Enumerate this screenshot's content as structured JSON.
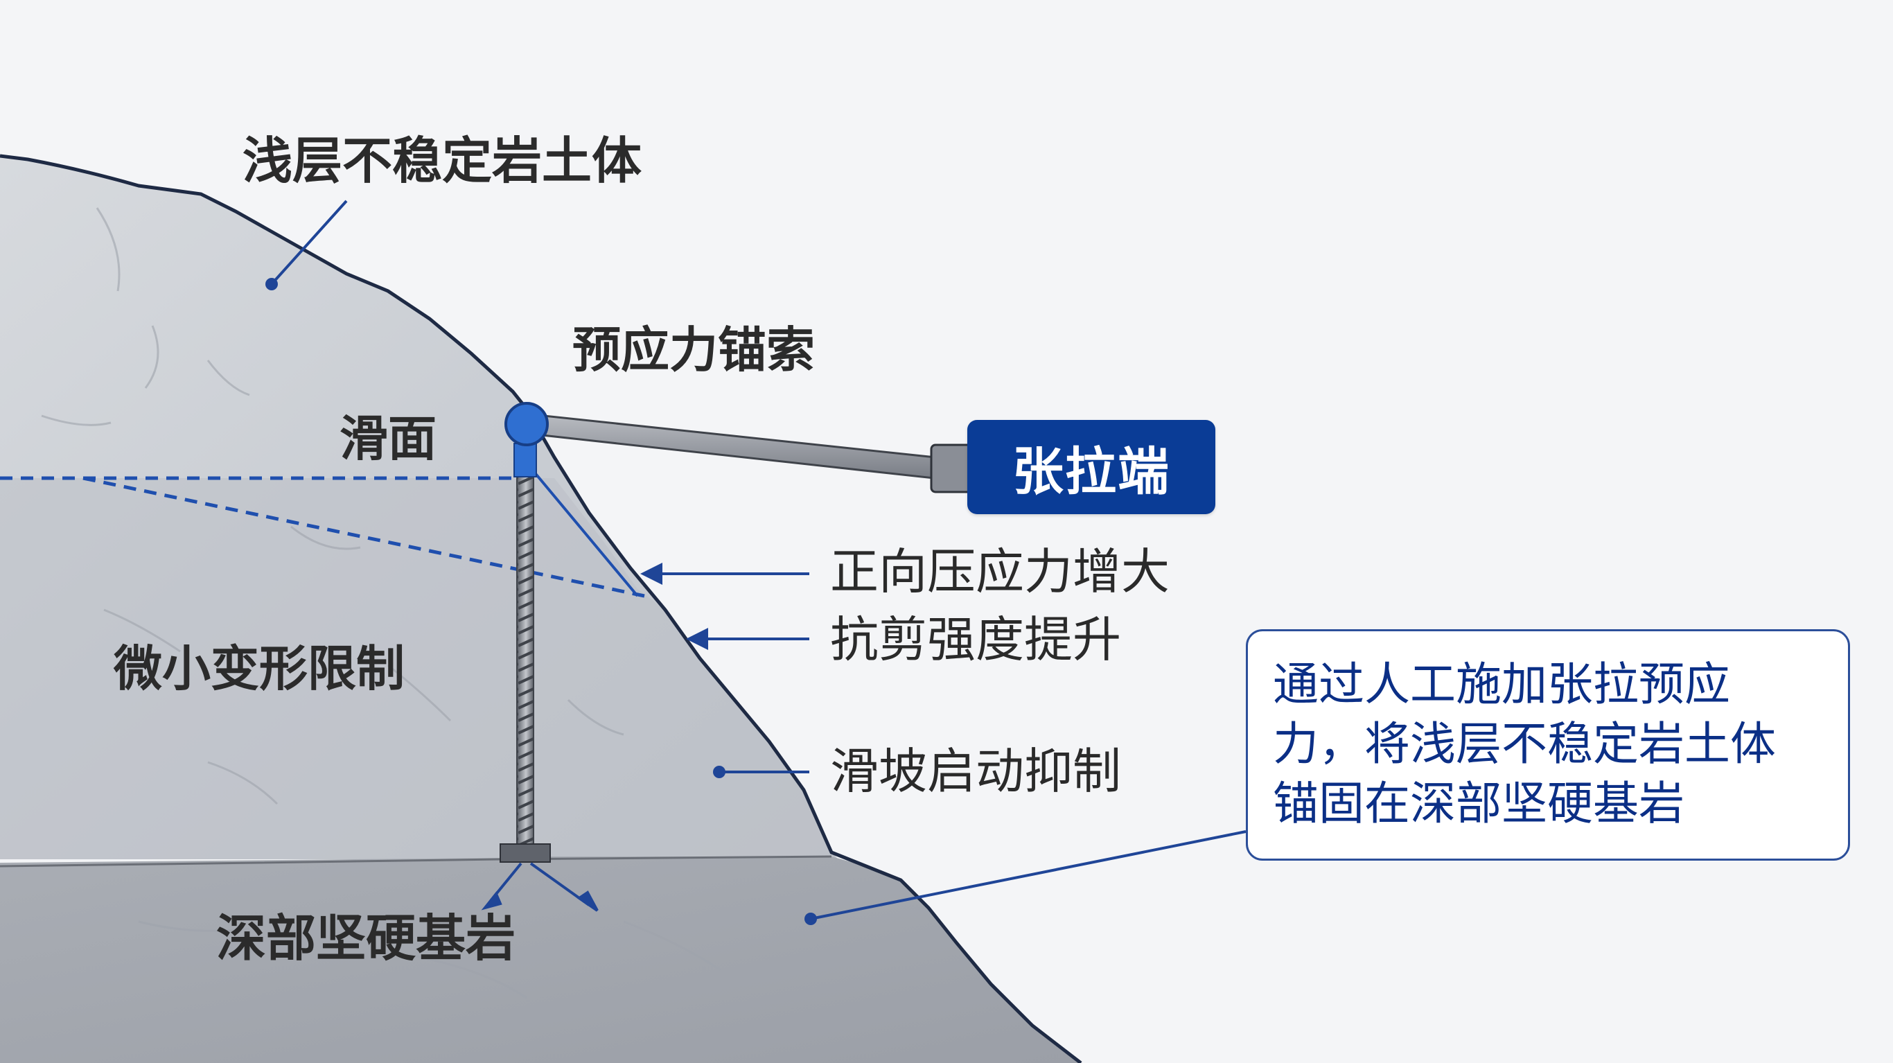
{
  "labels": {
    "shallow_soil": "浅层不稳定岩土体",
    "prestressed_anchor": "预应力锚索",
    "slip_surface": "滑面",
    "tension_end": "张拉端",
    "compressive_stress": "正向压应力增大",
    "shear_strength": "抗剪强度提升",
    "micro_deformation": "微小变形限制",
    "landslide_suppression": "滑坡启动抑制",
    "deep_bedrock": "深部坚硬基岩"
  },
  "note": {
    "lines": [
      "通过人工施加张拉预应",
      "力，将浅层不稳定岩土体",
      "锚固在深部坚硬基岩"
    ]
  },
  "colors": {
    "accent_blue": "#0a3c96",
    "leader_blue": "#1f4597",
    "anchor_head_blue": "#2f6fd1",
    "rock_light": "#cfd3d9",
    "rock_dark": "#a6aab1",
    "background": "#f4f5f7"
  }
}
